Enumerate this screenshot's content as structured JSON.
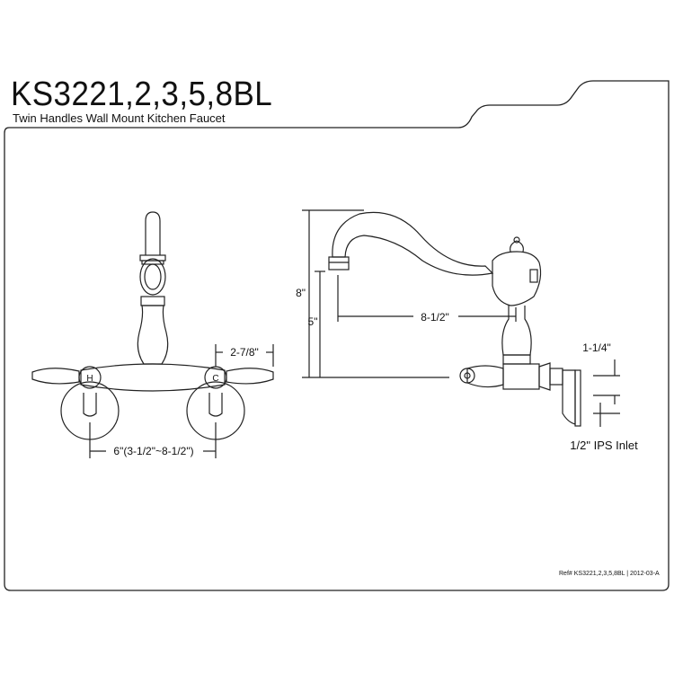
{
  "title": "KS3221,2,3,5,8BL",
  "subtitle": "Twin Handles Wall Mount Kitchen Faucet",
  "reference": "Ref# KS3221,2,3,5,8BL | 2012-03-A",
  "front_view": {
    "handle_hot": "H",
    "handle_cold": "C",
    "dim_handle": "2-7/8\"",
    "dim_centers": "6\"(3-1/2\"~8-1/2\")"
  },
  "side_view": {
    "dim_height_total": "8\"",
    "dim_height_spout": "5\"",
    "dim_reach": "8-1/2\"",
    "dim_inlet_offset": "1-1/4\"",
    "dim_inlet_label": "1/2\" IPS Inlet"
  }
}
